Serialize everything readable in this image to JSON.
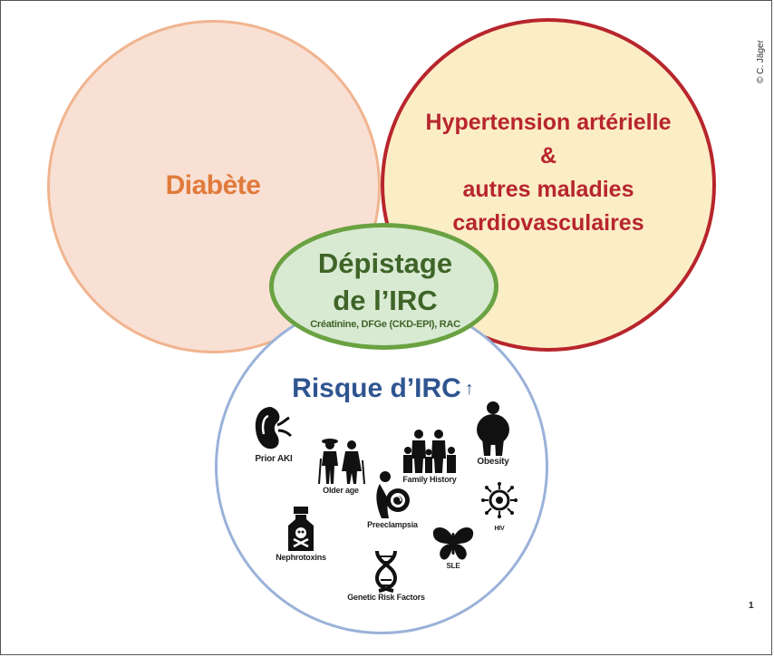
{
  "circles": {
    "diabete": {
      "label": "Diabète",
      "fill": "#f9e0d4",
      "stroke": "#f0b48f",
      "text_color": "#e07b3c"
    },
    "hypertension": {
      "lines": [
        "Hypertension artérielle",
        "&",
        "autres maladies",
        "cardiovasculaires"
      ],
      "fill": "#fbedc6",
      "stroke": "#b8252c",
      "text_color": "#b8252c"
    },
    "depistage": {
      "title_lines": [
        "Dépistage",
        "de l’IRC"
      ],
      "subtitle": "Créatinine, DFGe (CKD-EPI), RAC",
      "fill": "#d9ead3",
      "stroke": "#6aa242",
      "text_color": "#3f6428"
    },
    "risque": {
      "title": "Risque d’IRC",
      "arrow": "↑",
      "fill": "#ffffff",
      "stroke": "#9ab2d9",
      "text_color": "#2f5590",
      "factors": [
        {
          "label": "Prior AKI",
          "icon": "kidney-icon"
        },
        {
          "label": "Older age",
          "icon": "elderly-couple-icon"
        },
        {
          "label": "Family History",
          "icon": "family-icon"
        },
        {
          "label": "Obesity",
          "icon": "obese-person-icon"
        },
        {
          "label": "Preeclampsia",
          "icon": "pregnant-woman-icon"
        },
        {
          "label": "HIV",
          "icon": "virus-icon"
        },
        {
          "label": "Nephrotoxins",
          "icon": "poison-bottle-icon"
        },
        {
          "label": "SLE",
          "icon": "butterfly-icon"
        },
        {
          "label": "Genetic Risk Factors",
          "icon": "dna-icon"
        }
      ]
    }
  },
  "copyright": "© C. Jäger",
  "page_number": "1"
}
